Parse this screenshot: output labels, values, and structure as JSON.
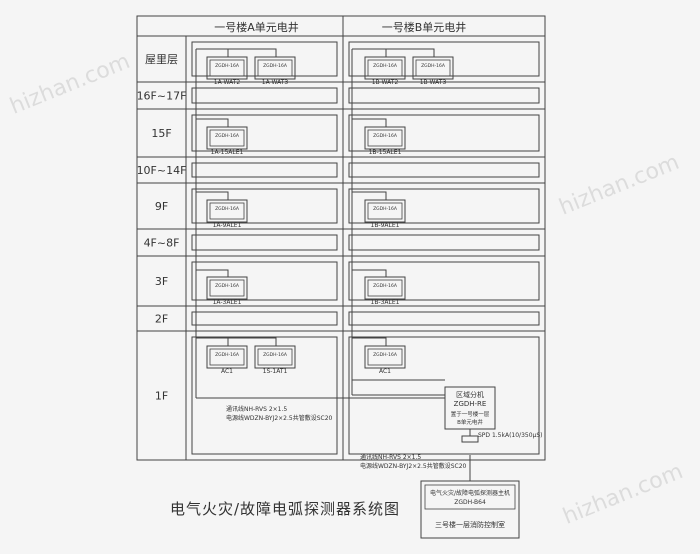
{
  "title": "电气火灾/故障电弧探测器系统图",
  "units": [
    {
      "header": "一号楼A单元电井"
    },
    {
      "header": "一号楼B单元电井"
    }
  ],
  "floors": [
    "屋里层",
    "16F~17F",
    "15F",
    "10F~14F",
    "9F",
    "4F~8F",
    "3F",
    "2F",
    "1F"
  ],
  "device_model": "ZGDH-16A",
  "devices": {
    "roof_a": [
      "1A-WAT2",
      "1A-WAT3"
    ],
    "roof_b": [
      "1B-WAT2",
      "1B-WAT3"
    ],
    "f15_a": "1A-15ALE1",
    "f15_b": "1B-15ALE1",
    "f9_a": "1A-9ALE1",
    "f9_b": "1B-9ALE1",
    "f3_a": "1A-3ALE1",
    "f3_b": "1B-3ALE1",
    "f1_a": [
      "AC1",
      "1S-1AT1"
    ],
    "f1_b": "AC1"
  },
  "zone_box": {
    "title": "区域分机",
    "model": "ZGDH-RE",
    "note1": "置于一号楼一层",
    "note2": "B单元电井"
  },
  "cable_a": {
    "line1": "通讯线NH-RVS 2×1.5",
    "line2": "电源线WDZN-BYJ2×2.5共管敷设SC20"
  },
  "cable_b": {
    "line1": "通讯线NH-RVS 2×1.5",
    "line2": "电源线WDZN-BYJ2×2.5共管敷设SC20"
  },
  "spd": "SPD 1.5kA(10/350μS)",
  "host": {
    "line1": "电气火灾/故障电弧探测器主机",
    "model": "ZGDH-B64",
    "location": "三号楼一层消防控制室"
  },
  "watermark": "hizhan.com"
}
